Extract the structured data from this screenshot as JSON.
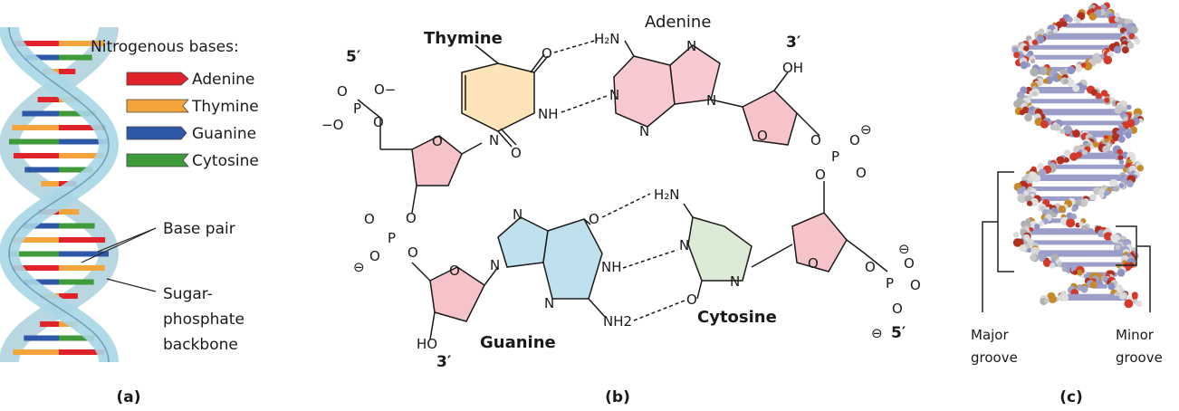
{
  "panel_a": {
    "legend_title": "Nitrogenous bases:",
    "legend": [
      {
        "label": "Adenine",
        "color": "#e0232b"
      },
      {
        "label": "Thymine",
        "color": "#f2a33a"
      },
      {
        "label": "Guanine",
        "color": "#2e57a8"
      },
      {
        "label": "Cytosine",
        "color": "#3f9a3a"
      }
    ],
    "base_pair_label": "Base pair",
    "backbone_label_lines": [
      "Sugar-",
      "phosphate",
      "backbone"
    ],
    "caption": "(a)",
    "backbone_color": "#a9d6e5"
  },
  "panel_b": {
    "thymine": "Thymine",
    "adenine": "Adenine",
    "guanine": "Guanine",
    "cytosine": "Cytosine",
    "five_prime_top": "5′",
    "three_prime_top": "3′",
    "three_prime_bottom": "3′",
    "five_prime_bottom": "5′",
    "atom_O": "O",
    "atom_N": "N",
    "atom_P": "P",
    "atom_OH": "OH",
    "atom_HO": "HO",
    "atom_NH": "NH",
    "atom_H2N": "H₂N",
    "atom_NH2": "NH2",
    "atom_O_minus": "O−",
    "atom_minus_O": "−O",
    "minus_circle": "⊖",
    "caption": "(b)",
    "colors": {
      "thymine": "#fde3b8",
      "adenine": "#f8c9d0",
      "guanine": "#bfe1ee",
      "cytosine": "#dcebd6",
      "sugar": "#f6c3c8"
    }
  },
  "panel_c": {
    "major_groove_lines": [
      "Major",
      "groove"
    ],
    "minor_groove_lines": [
      "Minor",
      "groove"
    ],
    "caption": "(c)"
  }
}
